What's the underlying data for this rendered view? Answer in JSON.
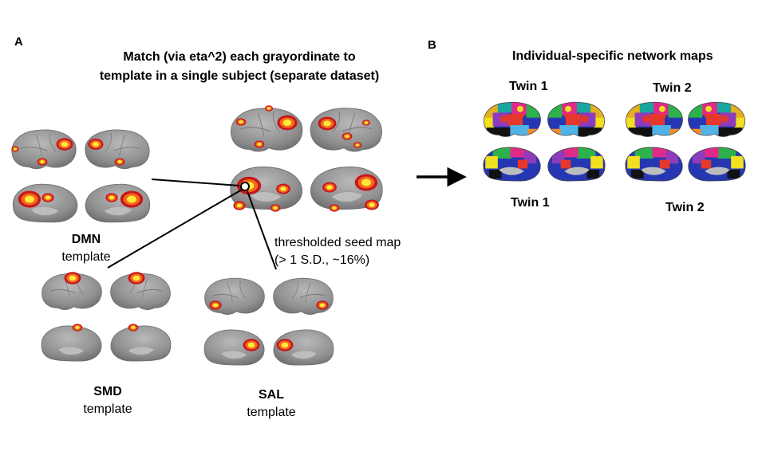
{
  "panel_a": {
    "label": "A",
    "title_line1": "Match (via eta^2) each grayordinate to",
    "title_line2": "template in a single subject (separate dataset)",
    "templates": {
      "dmn": {
        "name": "DMN",
        "caption": "template"
      },
      "smd": {
        "name": "SMD",
        "caption": "template"
      },
      "sal": {
        "name": "SAL",
        "caption": "template"
      }
    },
    "seed_map_note_line1": "thresholded seed map",
    "seed_map_note_line2": "(> 1 S.D., ~16%)"
  },
  "panel_b": {
    "label": "B",
    "title": "Individual-specific network maps",
    "twin1_top": "Twin 1",
    "twin2_top": "Twin 2",
    "twin1_bottom": "Twin 1",
    "twin2_bottom": "Twin 2"
  },
  "colors": {
    "brain_gray": "#8f8f8f",
    "brain_shade": "#6f6f6f",
    "activation_red": "#c8161d",
    "activation_orange": "#f26a1b",
    "activation_yellow": "#ffe83a",
    "network_blue": "#2637b3"
  },
  "icons": [
    "arrow-right-icon",
    "seed-marker-icon"
  ]
}
